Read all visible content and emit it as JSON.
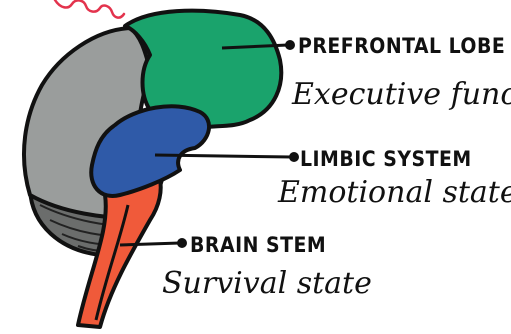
{
  "colors": {
    "prefrontal": "#1aa36c",
    "limbic": "#2f5aa8",
    "brainstem": "#f05a3a",
    "cortex": "#9a9d9c",
    "cerebellum": "#6b6d6c",
    "squiggle": "#e3334d",
    "outline": "#111111"
  },
  "labels": {
    "prefrontal_title": "PREFRONTAL LOBE",
    "prefrontal_sub": "Executive function",
    "limbic_title": "LIMBIC SYSTEM",
    "limbic_sub": "Emotional state",
    "brainstem_title": "BRAIN STEM",
    "brainstem_sub": "Survival state"
  }
}
